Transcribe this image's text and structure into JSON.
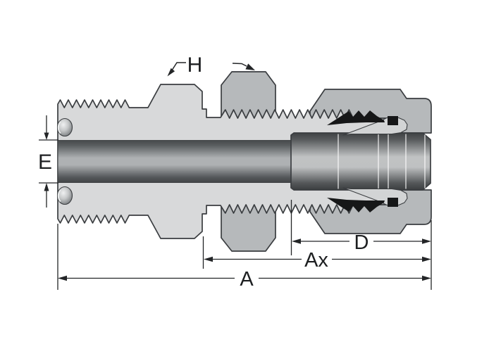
{
  "diagram": {
    "type": "cross-section technical drawing",
    "subject": "Bulkhead male connector tube fitting with locknut, coupling nut, ferrules and O-ring",
    "dimension_labels": {
      "bore_diameter": "E",
      "hex": "H",
      "nut_length": "D",
      "bulkhead_length": "Ax",
      "overall_length": "A"
    },
    "colors": {
      "body": "#d8d9da",
      "nut": "#b6b9bb",
      "outline": "#3a3d40",
      "ferrule_black": "#161718",
      "dimension": "#232527",
      "background": "#ffffff"
    }
  }
}
